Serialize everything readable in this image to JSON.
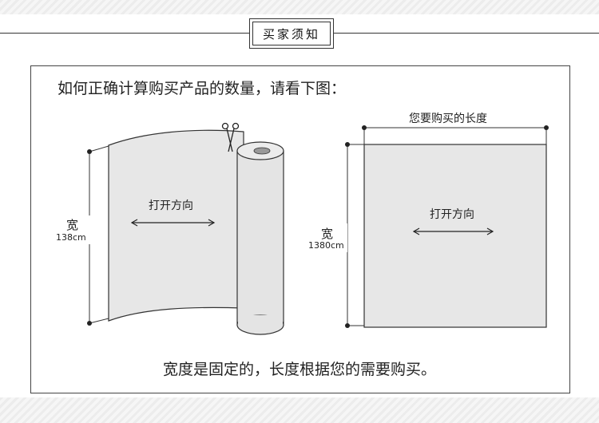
{
  "header": {
    "title": "买家须知"
  },
  "question": "如何正确计算购买产品的数量，请看下图：",
  "left_diagram": {
    "width_label": "宽",
    "width_value": "138cm",
    "direction_label": "打开方向"
  },
  "right_diagram": {
    "length_label": "您要购买的长度",
    "width_label": "宽",
    "width_value": "1380cm",
    "direction_label": "打开方向"
  },
  "footer_note": "宽度是固定的，长度根据您的需要购买。",
  "colors": {
    "fabric_fill": "#e7e7e7",
    "line": "#333333",
    "frame": "#444444"
  }
}
